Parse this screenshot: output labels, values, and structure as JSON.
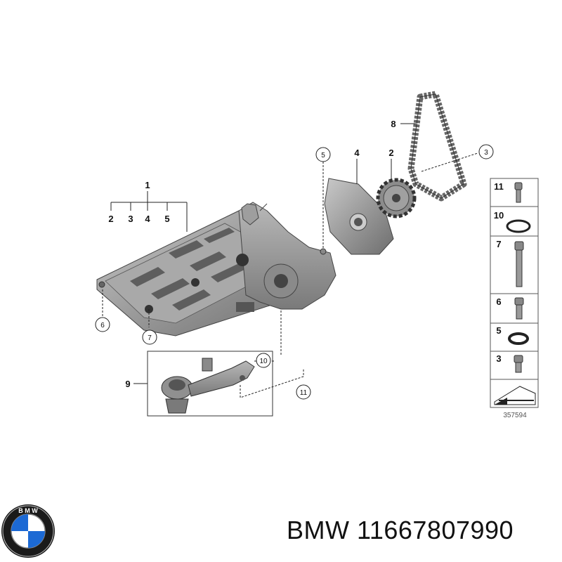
{
  "diagram": {
    "drawing_number": "357594",
    "callouts": {
      "c1": "1",
      "c2a": "2",
      "c3a": "3",
      "c4a": "4",
      "c5a": "5",
      "c2": "2",
      "c3": "3",
      "c4": "4",
      "c5": "5",
      "c6": "6",
      "c7": "7",
      "c8": "8",
      "c9": "9",
      "c10": "10",
      "c11": "11"
    },
    "legend": [
      {
        "num": "11",
        "part": "bolt"
      },
      {
        "num": "10",
        "part": "o-ring"
      },
      {
        "num": "7",
        "part": "long-bolt"
      },
      {
        "num": "6",
        "part": "bolt"
      },
      {
        "num": "5",
        "part": "seal-ring"
      },
      {
        "num": "3",
        "part": "short-bolt"
      }
    ]
  },
  "footer": {
    "brand": "BMW",
    "part_number": "11667807990"
  }
}
